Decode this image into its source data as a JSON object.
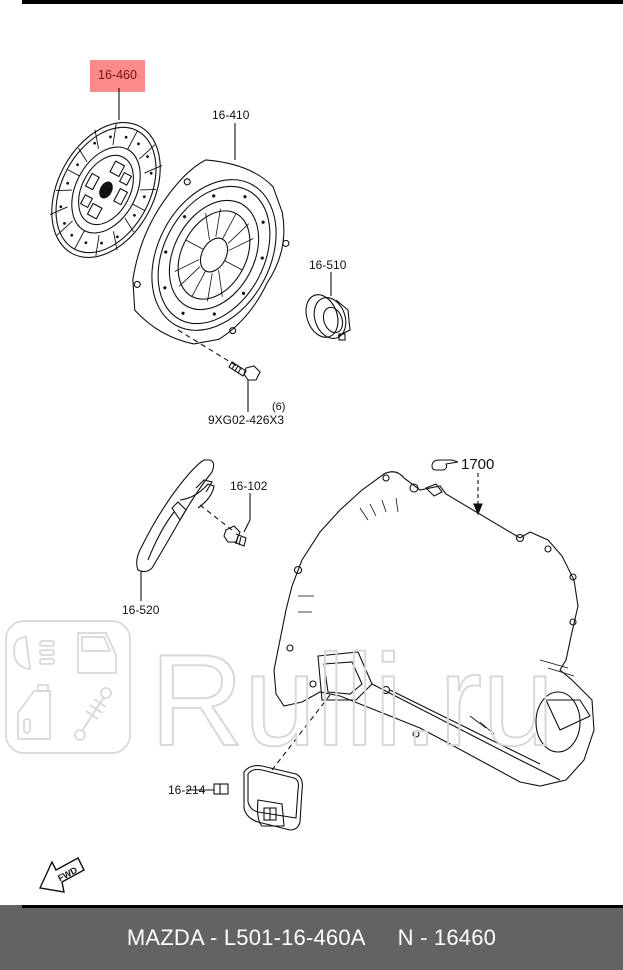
{
  "diagram": {
    "title": "Clutch assembly exploded parts diagram",
    "highlight_color": "#fb8a8a",
    "parts": [
      {
        "ref": "16-460",
        "name": "clutch-disc",
        "highlighted": true
      },
      {
        "ref": "16-410",
        "name": "pressure-plate"
      },
      {
        "ref": "16-510",
        "name": "release-bearing"
      },
      {
        "ref": "9XG02-426X3",
        "name": "bolt",
        "qty": "(6)"
      },
      {
        "ref": "16-102",
        "name": "pivot-bolt"
      },
      {
        "ref": "16-520",
        "name": "release-fork"
      },
      {
        "ref": "1700",
        "name": "transmission-housing",
        "ref_icon": "pointing-hand-icon"
      },
      {
        "ref": "16-214",
        "name": "dust-boot"
      }
    ],
    "fwd_label": "FWD"
  },
  "watermark": {
    "text": "Rulli.ru",
    "icons": [
      "headlight-icon",
      "door-icon",
      "oil-bottle-icon",
      "shock-absorber-icon"
    ]
  },
  "footer": {
    "part_number": "MAZDA - L501-16-460A",
    "diagram_number": "N - 16460",
    "background": "#636363"
  }
}
